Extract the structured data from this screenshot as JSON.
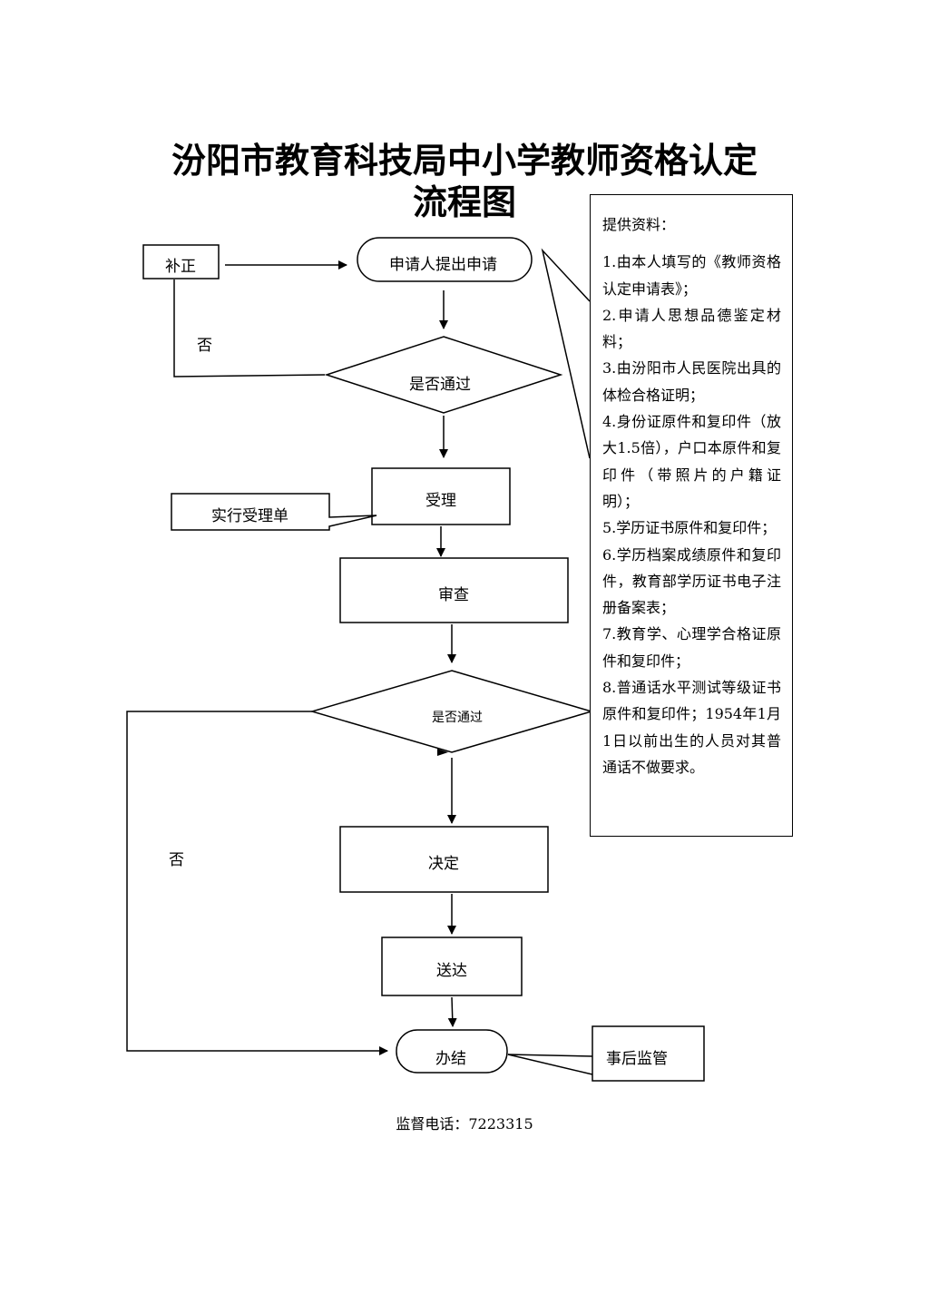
{
  "title": {
    "line1": "汾阳市教育科技局中小学教师资格认定",
    "line2": "流程图"
  },
  "nodes": {
    "supplement": "补正",
    "apply": "申请人提出申请",
    "check1": "是否通过",
    "accept": "受理",
    "accept_slip": "实行受理单",
    "review": "审查",
    "check2": "是否通过",
    "decide": "决定",
    "deliver": "送达",
    "complete": "办结",
    "post_supervision": "事后监管"
  },
  "edge_labels": {
    "no_upper": "否",
    "no_lower": "否"
  },
  "materials": {
    "heading": "提供资料：",
    "items": [
      "1.由本人填写的《教师资格认定申请表》；",
      "2.申请人思想品德鉴定材料；",
      "3.由汾阳市人民医院出具的体检合格证明；",
      "4.身份证原件和复印件（放大1.5倍），户口本原件和复印件（带照片的户籍证明）；",
      "5.学历证书原件和复印件；",
      "6.学历档案成绩原件和复印件，教育部学历证书电子注册备案表；",
      "7.教育学、心理学合格证原件和复印件；",
      "8.普通话水平测试等级证书原件和复印件；1954年1月1日以前出生的人员对其普通话不做要求。"
    ]
  },
  "footer": {
    "phone": "监督电话：7223315"
  }
}
